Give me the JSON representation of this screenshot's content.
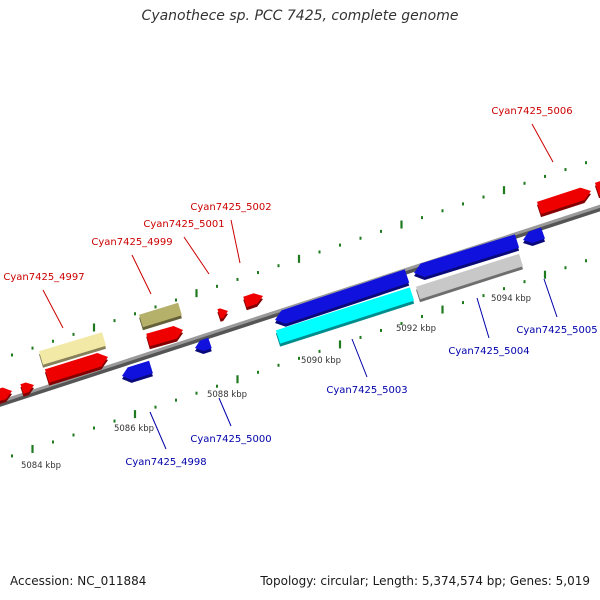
{
  "title": "Cyanothece sp. PCC 7425, complete genome",
  "footer": {
    "accession": "Accession: NC_011884",
    "summary": "Topology: circular; Length: 5,374,574 bp; Genes: 5,019"
  },
  "colors": {
    "backbone": "#7f7f7f",
    "tick": "#1f7a1f",
    "forward_label": "#cc0000",
    "reverse_label": "#0000aa",
    "red": "#ee0000",
    "blue": "#1111dd",
    "cyan": "#00ffff",
    "yellow": "#f3e9a6",
    "olive": "#b5b06a",
    "gray": "#c8c8c8"
  },
  "scale": {
    "labels": [
      "5084 kbp",
      "5086 kbp",
      "5088 kbp",
      "5090 kbp",
      "5092 kbp",
      "5094 kbp"
    ]
  },
  "genes": [
    {
      "id": "gene-far-left-1",
      "color": "red",
      "strand": "forward"
    },
    {
      "id": "gene-far-left-2",
      "color": "red",
      "strand": "forward"
    },
    {
      "id": "gene-yellow",
      "color": "yellow",
      "strand": "forward"
    },
    {
      "id": "gene-4997",
      "color": "red",
      "strand": "forward",
      "label": "Cyan7425_4997"
    },
    {
      "id": "gene-4998",
      "color": "blue",
      "strand": "reverse",
      "label": "Cyan7425_4998"
    },
    {
      "id": "gene-olive",
      "color": "olive",
      "strand": "forward"
    },
    {
      "id": "gene-4999",
      "color": "red",
      "strand": "forward",
      "label": "Cyan7425_4999"
    },
    {
      "id": "gene-5000",
      "color": "blue",
      "strand": "reverse",
      "label": "Cyan7425_5000"
    },
    {
      "id": "gene-5001",
      "color": "red",
      "strand": "forward",
      "label": "Cyan7425_5001"
    },
    {
      "id": "gene-5002",
      "color": "red",
      "strand": "forward",
      "label": "Cyan7425_5002"
    },
    {
      "id": "gene-5003-blue",
      "color": "blue",
      "strand": "reverse"
    },
    {
      "id": "gene-5003-cyan",
      "color": "cyan",
      "strand": "reverse",
      "label": "Cyan7425_5003"
    },
    {
      "id": "gene-5004-blue",
      "color": "blue",
      "strand": "reverse",
      "label": "Cyan7425_5004"
    },
    {
      "id": "gene-5004-gray",
      "color": "gray",
      "strand": "reverse"
    },
    {
      "id": "gene-5005",
      "color": "blue",
      "strand": "reverse",
      "label": "Cyan7425_5005"
    },
    {
      "id": "gene-5006",
      "color": "red",
      "strand": "forward",
      "label": "Cyan7425_5006"
    },
    {
      "id": "gene-far-right",
      "color": "red",
      "strand": "forward"
    }
  ]
}
